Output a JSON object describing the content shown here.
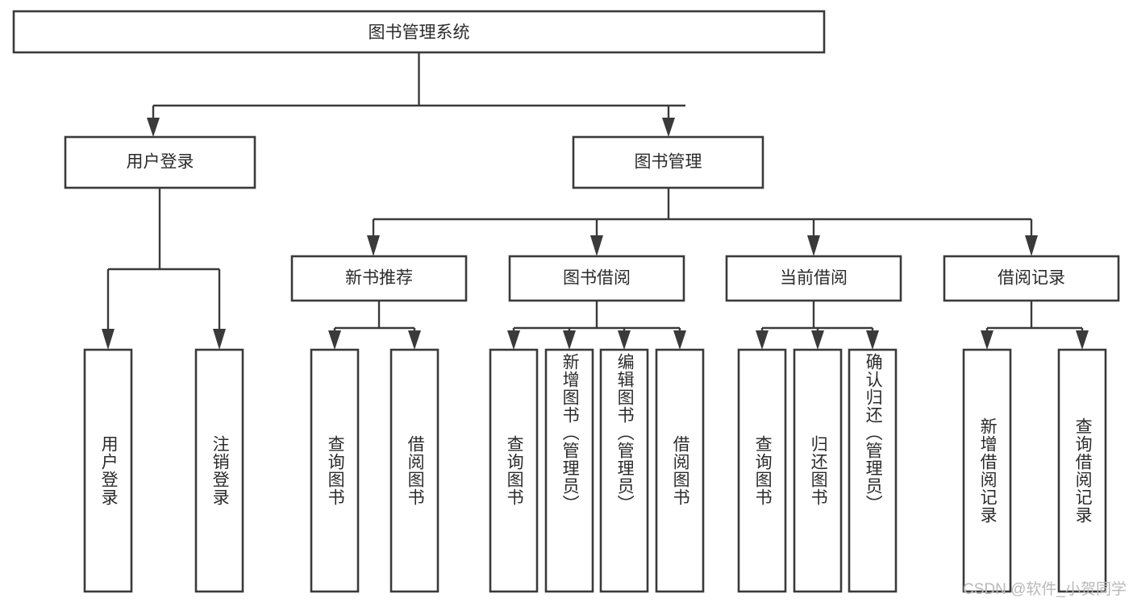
{
  "diagram": {
    "title": "图书管理系统",
    "type": "tree-hierarchy",
    "watermark": "CSDN @软件_小贺同学",
    "colors": {
      "box_stroke": "#3a3a3a",
      "box_fill": "#ffffff",
      "connector": "#3a3a3a",
      "text": "#2b2b2b",
      "background": "#ffffff",
      "watermark": "#b9b9b9"
    },
    "root": {
      "label": "图书管理系统"
    },
    "level2": [
      {
        "label": "用户登录"
      },
      {
        "label": "图书管理"
      }
    ],
    "level3": [
      {
        "label": "新书推荐"
      },
      {
        "label": "图书借阅"
      },
      {
        "label": "当前借阅"
      },
      {
        "label": "借阅记录"
      }
    ],
    "leaves": {
      "user_login": [
        {
          "label": "用户登录"
        },
        {
          "label": "注销登录"
        }
      ],
      "new_book_recommend": [
        {
          "label": "查询图书"
        },
        {
          "label": "借阅图书"
        }
      ],
      "book_borrow": [
        {
          "label": "查询图书"
        },
        {
          "label": "新增图书（管理员）"
        },
        {
          "label": "编辑图书（管理员）"
        },
        {
          "label": "借阅图书"
        }
      ],
      "current_borrow": [
        {
          "label": "查询图书"
        },
        {
          "label": "归还图书"
        },
        {
          "label": "确认归还（管理员）"
        }
      ],
      "borrow_records": [
        {
          "label": "新增借阅记录"
        },
        {
          "label": "查询借阅记录"
        }
      ]
    }
  }
}
